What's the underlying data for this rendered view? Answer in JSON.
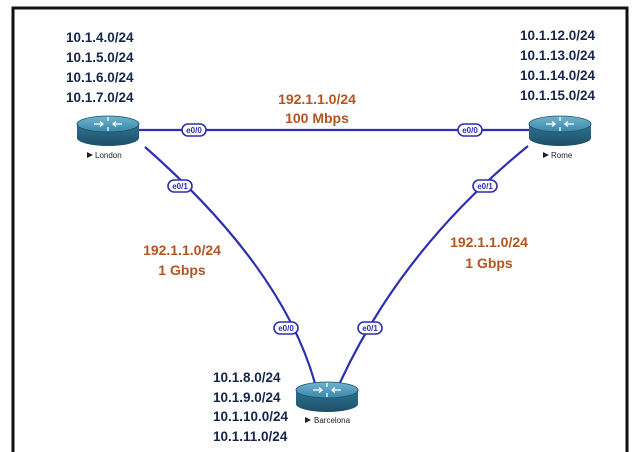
{
  "routers": {
    "london": {
      "name": "London",
      "subnets": [
        "10.1.4.0/24",
        "10.1.5.0/24",
        "10.1.6.0/24",
        "10.1.7.0/24"
      ]
    },
    "rome": {
      "name": "Rome",
      "subnets": [
        "10.1.12.0/24",
        "10.1.13.0/24",
        "10.1.14.0/24",
        "10.1.15.0/24"
      ]
    },
    "barcelona": {
      "name": "Barcelona",
      "subnets": [
        "10.1.8.0/24",
        "10.1.9.0/24",
        "10.1.10.0/24",
        "10.1.11.0/24"
      ]
    }
  },
  "links": {
    "london_rome": {
      "network": "192.1.1.0/24",
      "speed": "100 Mbps",
      "london_interface": "e0/0",
      "rome_interface": "e0/0"
    },
    "london_barcelona": {
      "network": "192.1.1.0/24",
      "speed": "1 Gbps",
      "london_interface": "e0/1",
      "barcelona_interface": "e0/0"
    },
    "rome_barcelona": {
      "network": "192.1.1.0/24",
      "speed": "1 Gbps",
      "rome_interface": "e0/1",
      "barcelona_interface": "e0/1"
    }
  },
  "colors": {
    "link": "#2b2fb0",
    "link_label": "#b5541f",
    "subnet_text": "#16254a",
    "router_body": "#2a6f8e"
  }
}
